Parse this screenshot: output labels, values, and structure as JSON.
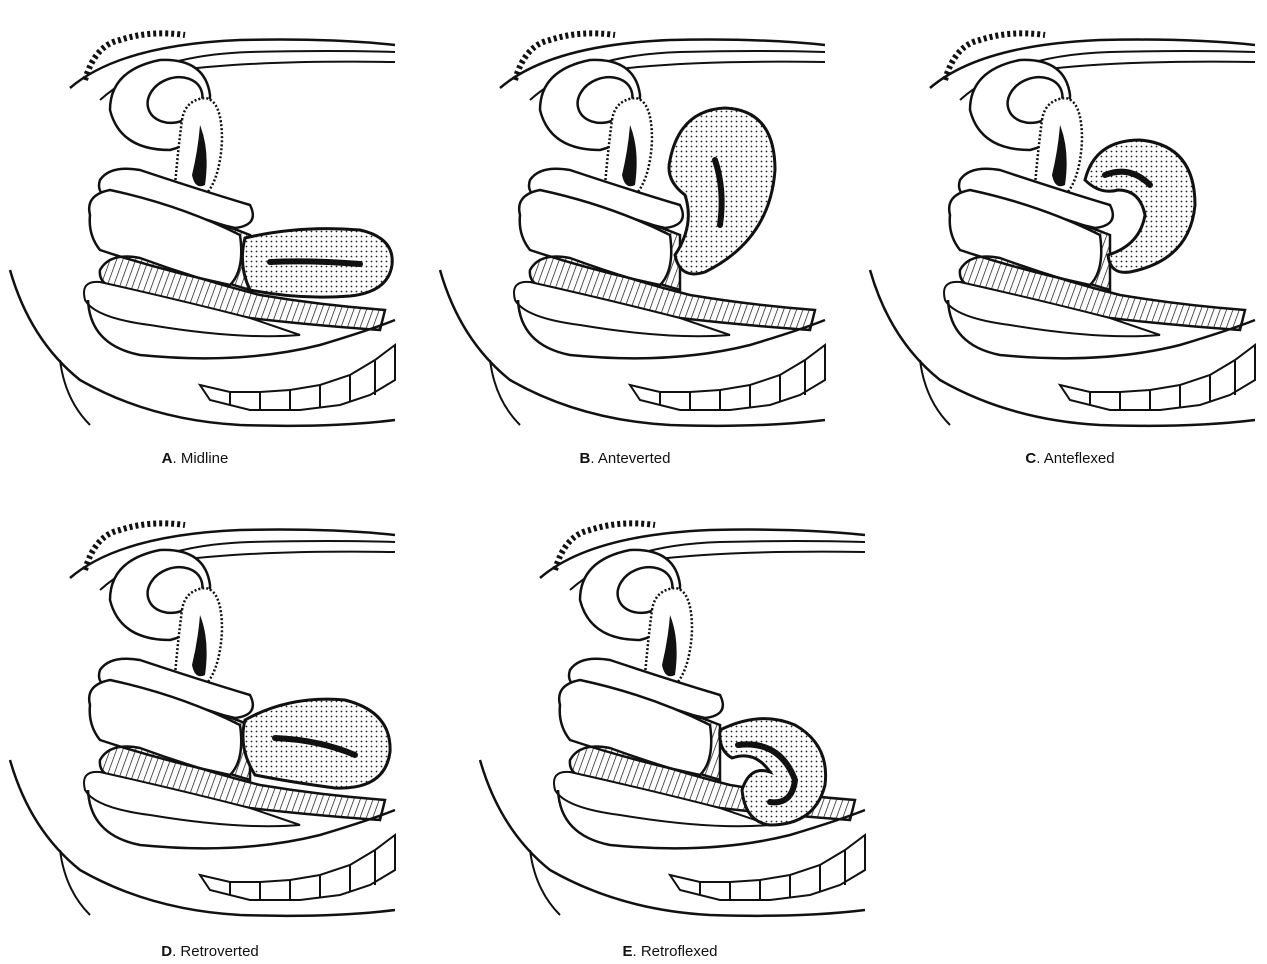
{
  "panels": [
    {
      "id": "A",
      "letter": "A",
      "label": "Midline"
    },
    {
      "id": "B",
      "letter": "B",
      "label": "Anteverted"
    },
    {
      "id": "C",
      "letter": "C",
      "label": "Anteflexed"
    },
    {
      "id": "D",
      "letter": "D",
      "label": "Retroverted"
    },
    {
      "id": "E",
      "letter": "E",
      "label": "Retroflexed"
    }
  ],
  "colors": {
    "line": "#111111",
    "stipple": "#222222",
    "background": "#ffffff"
  }
}
